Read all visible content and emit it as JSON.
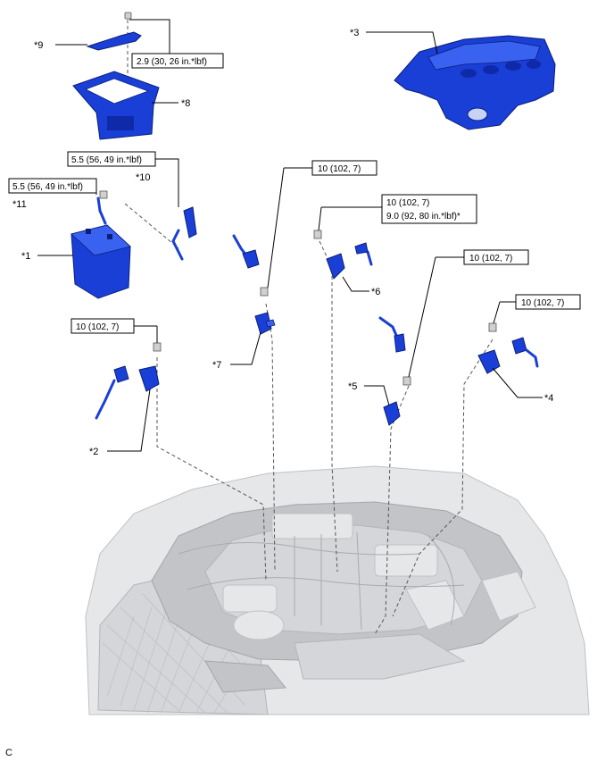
{
  "callouts": {
    "c1": "*1",
    "c2": "*2",
    "c3": "*3",
    "c4": "*4",
    "c5": "*5",
    "c6": "*6",
    "c7": "*7",
    "c8": "*8",
    "c9": "*9",
    "c10": "*10",
    "c11": "*11"
  },
  "torque": {
    "t_cover_bolt": "2.9 (30, 26 in.*lbf)",
    "t_terminal_pos": "5.5 (56, 49 in.*lbf)",
    "t_terminal_neg": "5.5 (56, 49 in.*lbf)",
    "t_bolt7": "10 (102, 7)",
    "t_bolt6_a": "10 (102, 7)",
    "t_bolt6_b": "9.0 (92, 80 in.*lbf)*",
    "t_bolt5": "10 (102, 7)",
    "t_bolt4": "10 (102, 7)",
    "t_bolt2": "10 (102, 7)"
  },
  "figure_code": "C",
  "colors": {
    "part": "#1a3fd6",
    "engine": "#e6e7e9"
  }
}
